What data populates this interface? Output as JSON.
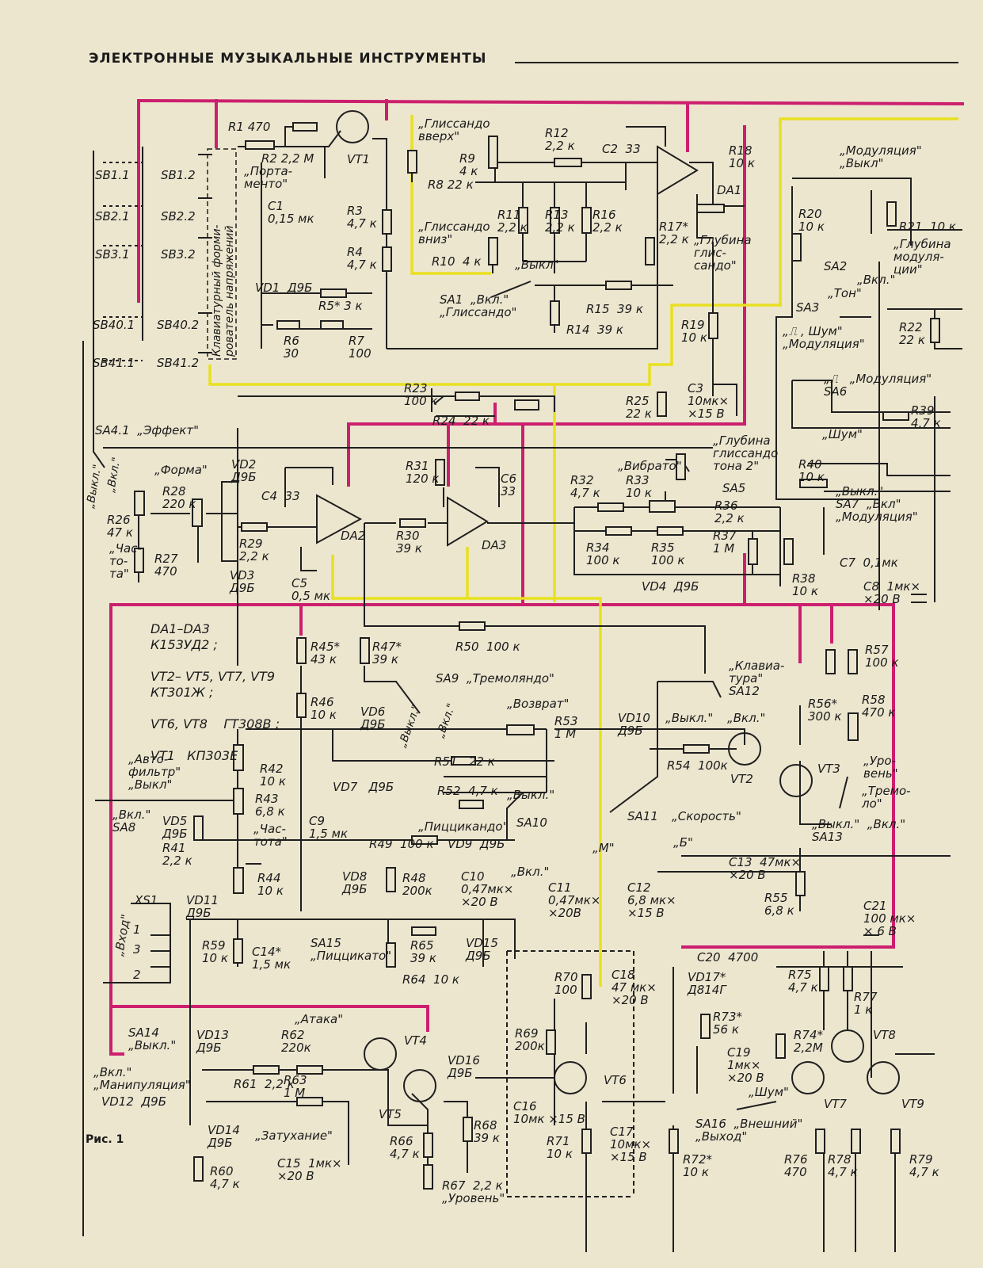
{
  "header": {
    "title": "ЭЛЕКТРОННЫЕ МУЗЫКАЛЬНЫЕ ИНСТРУМЕНТЫ"
  },
  "caption": "Рис. 1",
  "colors": {
    "paper": "#ece6cf",
    "ink": "#1f1f1f",
    "power_rail": "#cc1f6e",
    "yellow_trace": "#e8e020"
  },
  "labels": {
    "sb1_1": "SB1.1",
    "sb2_1": "SB2.1",
    "sb3_1": "SB3.1",
    "sb40_1": "SB40.1",
    "sb41_1": "SB41.1",
    "sb1_2": "SB1.2",
    "sb2_2": "SB2.2",
    "sb3_2": "SB3.2",
    "sb40_2": "SB40.2",
    "sb41_2": "SB41.2",
    "keyboard_gen": "Клавиатурный форми-\nрователь напряжений",
    "r1": "R1 470",
    "r2": "R2 2,2 М",
    "portamento": "„Порта-\nменто\"",
    "c1": "С1\n0,15 мк",
    "vt1": "VT1",
    "r3": "R3\n4,7 к",
    "r4": "R4\n4,7 к",
    "vd1": "VD1  Д9Б",
    "r5": "R5* 3 к",
    "r6": "R6\n30",
    "r7": "R7\n100",
    "gliss_up": "„Глиссандо\nвверх\"",
    "r9": "R9\n4 к",
    "r8": "R8 22 к",
    "gliss_down": "„Глиссандо\nвниз\"",
    "r10": "R10  4 к",
    "r12": "R12\n2,2 к",
    "c2": "C2  33",
    "r11": "R11\n2,2 к",
    "r13": "R13\n2,2 к",
    "r16": "R16\n2,2 к",
    "r18": "R18\n10 к",
    "da1": "DA1",
    "r17": "R17*\n2,2 к",
    "gliss_depth": "„Глубина\nглис-\nсандо\"",
    "vykl": "„Выкл\"",
    "sa1": "SA1  „Вкл.\"\n„Глиссандо\"",
    "r15": "R15  39 к",
    "r14": "R14  39 к",
    "r19": "R19\n10 к",
    "modulation_off": "„Модуляция\"\n„Выкл\"",
    "r20": "R20\n10 к",
    "r21": "R21  10 к",
    "mod_depth": "„Глубина\nмодуля-\nции\"",
    "sa2": "SA2",
    "sa2_on": "„Вкл.\"",
    "ton": "„Тон\"",
    "sa3": "SA3",
    "pulse_noise": "„⎍ , Шум\"\n„Модуляция\"",
    "r22": "R22\n22 к",
    "sa6_mod": "„⎍   „Модуляция\"\nSA6",
    "noise": "„Шум\"",
    "r39": "R39\n4,7 к",
    "r23": "R23\n100 к",
    "r24": "R24  22 к",
    "r25": "R25\n22 к",
    "c3": "C3\n10мк×\n×15 В",
    "sa4_1": "SA4.1  „Эффект\"",
    "vykl_sw": "„Выкл.\"",
    "vkl_sw": "„Вкл.\"",
    "forma": "„Форма\"",
    "r28": "R28\n220 к",
    "vd2": "VD2\nД9Б",
    "r26": "R26\n47 к",
    "chastota": "„Час-\nто-\nта\"",
    "r27": "R27\n470",
    "c4": "C4  33",
    "r29": "R29\n2,2 к",
    "vd3": "VD3\nД9Б",
    "c5": "C5\n0,5 мк",
    "da2": "DA2",
    "r31": "R31\n120 к",
    "c6": "C6\n33",
    "r30": "R30\n39 к",
    "da3": "DA3",
    "vibrato": "„Вибрато\"",
    "r32": "R32\n4,7 к",
    "r33": "R33\n10 к",
    "r34": "R34\n100 к",
    "r35": "R35\n100 к",
    "vd4": "VD4  Д9Б",
    "gliss_tone2": "„Глубина\nглиссандо\nтона 2\"",
    "sa5": "SA5",
    "r36": "R36\n2,2 к",
    "r37": "R37\n1 М",
    "r38": "R38\n10 к",
    "r40": "R40\n10 к",
    "sa7": "„Выкл.\"\nSA7  „Вкл\"\n„Модуляция\"",
    "c7": "C7  0,1мк",
    "c8": "C8  1мк×\n×20 В",
    "legend": "DA1–DA3\nК153УД2 ;\n\nVT2– VT5, VT7, VT9\nКТ301Ж ;\n\nVT6, VT8    ГТ308В ;\n\nVT1   КП303Е",
    "r45": "R45*\n43 к",
    "r47": "R47*\n39 к",
    "r50": "R50  100 к",
    "sa9": "SA9  „Тремоляндо\"",
    "r46": "R46\n10 к",
    "vd6": "VD6\nД9Б",
    "sa9_off": "„Выкл.\"",
    "sa9_on": "„Вкл.\"",
    "vozvrat": "„Возврат\"",
    "r53": "R53\n1 М",
    "vd10": "VD10\nД9Б",
    "klaviatura": "„Клавиа-\nтура\"\nSA12",
    "sa12_off": "„Выкл.\"",
    "sa12_on": "„Вкл.\"",
    "r54": "R54  100к",
    "vt2": "VT2",
    "vt3": "VT3",
    "r56": "R56*\n300 к",
    "r57": "R57\n100 к",
    "r58": "R58\n470 к",
    "uroven": "„Уро-\nвень\"",
    "tremolo": "„Тремо-\nло\"",
    "sa13": "„Выкл.\"  „Вкл.\"\nSA13",
    "autofilter": "„Авто-\nфильтр\"\n„Выкл\"",
    "sa8": "„Вкл.\"\nSA8",
    "vd5": "VD5\nД9Б",
    "r41": "R41\n2,2 к",
    "r42": "R42\n10 к",
    "r43": "R43\n6,8 к",
    "chastota2": "„Час-\nтота\"",
    "r44": "R44\n10 к",
    "vd7": "VD7   Д9Б",
    "r51": "R51   22 к",
    "r52": "R52  4,7 к",
    "sa10_off": "„Выкл.\"",
    "pizzicando": "„Пиццикандо\"",
    "sa10": "SA10",
    "c9": "C9\n1,5 мк",
    "r49": "R49  100 к",
    "vd9": "VD9  Д9Б",
    "vd8": "VD8\nД9Б",
    "r48": "R48\n200к",
    "c10": "C10\n0,47мк×\n×20 В",
    "sa10_on": "„Вкл.\"",
    "c11": "C11\n0,47мк×\n×20В",
    "c12": "C12\n6,8 мк×\n×15 В",
    "sa11": "SA11",
    "skorost": "„Скорость\"",
    "sa11_m": "„M\"",
    "sa11_b": "„Б\"",
    "c13": "C13  47мк×\n×20 В",
    "r55": "R55\n6,8 к",
    "c21": "C21\n100 мк×\n× 6 В",
    "xs1": "XS1",
    "vkhod": "„Вход\"",
    "pin1": "1",
    "pin2": "2",
    "pin3": "3",
    "vd11": "VD11\nД9Б",
    "r59": "R59\n10 к",
    "c14": "C14*\n1,5 мк",
    "sa15": "SA15\n„Пиццикато\"",
    "r65": "R65\n39 к",
    "r64": "R64  10 к",
    "vd15": "VD15\nД9Б",
    "r70": "R70\n100",
    "c18": "C18\n47 мк×\n×20 В",
    "r69": "R69\n200к",
    "vt6": "VT6",
    "c16": "C16\n10мк ×15 В",
    "c17": "C17\n10мк×\n×15 В",
    "r71": "R71\n10 к",
    "c20": "C20  4700",
    "vd17": "VD17*\nД814Г",
    "r75": "R75\n4,7 к",
    "r77": "R77\n1 к",
    "vt8": "VT8",
    "r73": "R73*\n56 к",
    "r74": "R74*\n2,2М",
    "c19": "C19\n1мк×\n×20 В",
    "shum": "„Шум\"",
    "sa16": "SA16  „Внешний\"\n„Выход\"",
    "vt7": "VT7",
    "vt9": "VT9",
    "r72": "R72*\n10 к",
    "r76": "R76\n470",
    "r78": "R78\n4,7 к",
    "r79": "R79\n4,7 к",
    "sa14": "SA14\n„Выкл.\"",
    "manipulation": "„Вкл.\"\n„Манипуляция\"",
    "vd12": "VD12  Д9Б",
    "vd13": "VD13\nД9Б",
    "ataka": "„Атака\"",
    "r62": "R62\n220к",
    "r61": "R61  2,2 к",
    "vt4": "VT4",
    "r63": "R63\n1 М",
    "vt5": "VT5",
    "zatukhanie": "„Затухание\"",
    "vd14": "VD14\nД9Б",
    "r60": "R60\n4,7 к",
    "c15": "C15  1мк×\n×20 В",
    "vd16": "VD16\nД9Б",
    "r66": "R66\n4,7 к",
    "r68": "R68\n39 к",
    "r67": "R67  2,2 к\n„Уровень\""
  }
}
